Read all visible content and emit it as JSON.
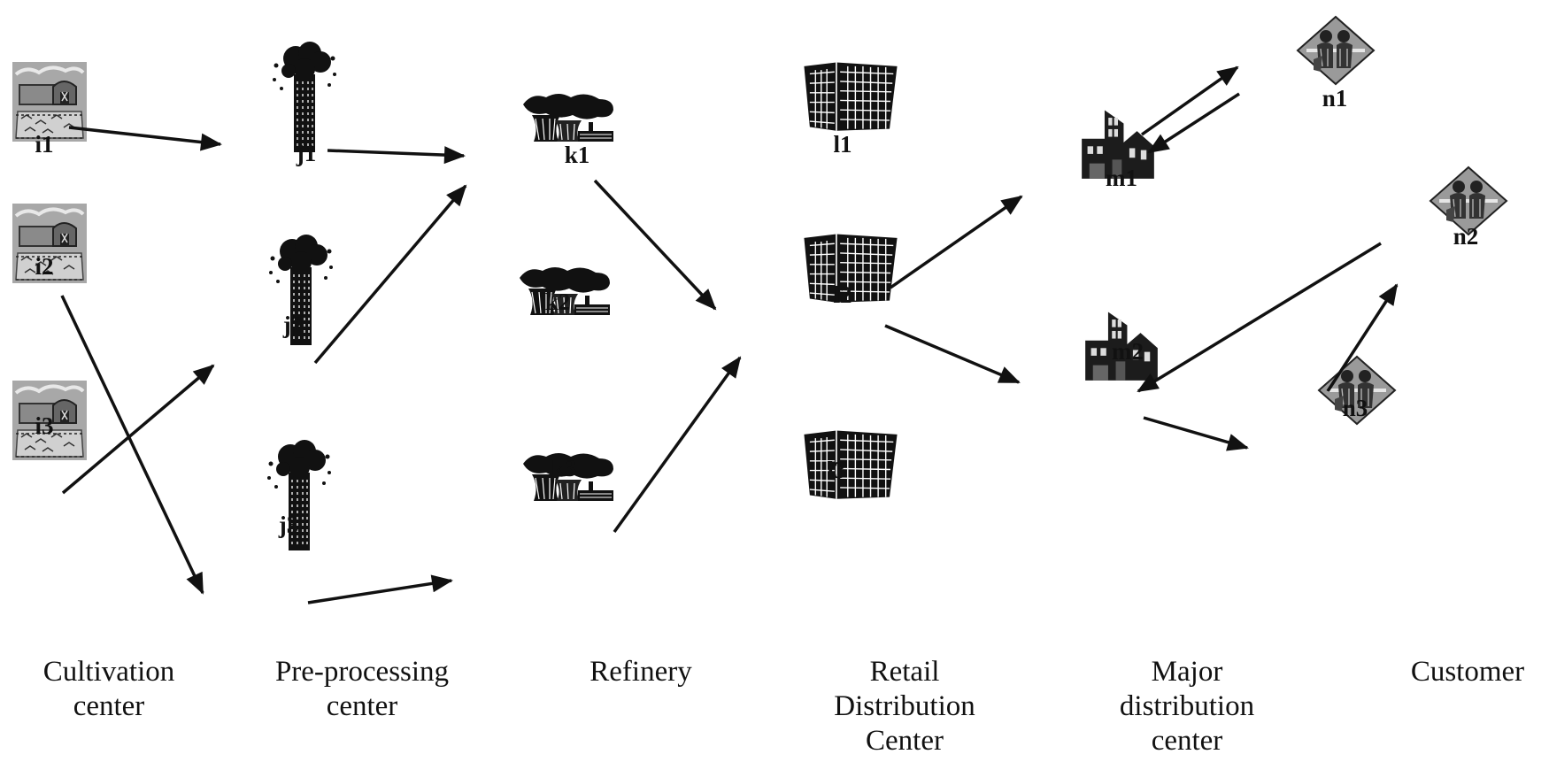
{
  "stages": [
    {
      "id": "cultivation",
      "line1": "Cultivation",
      "line2": "center",
      "line3": ""
    },
    {
      "id": "preprocessing",
      "line1": "Pre-processing",
      "line2": "center",
      "line3": ""
    },
    {
      "id": "refinery",
      "line1": "Refinery",
      "line2": "",
      "line3": ""
    },
    {
      "id": "retail",
      "line1": "Retail",
      "line2": "Distribution",
      "line3": "Center"
    },
    {
      "id": "major",
      "line1": "Major",
      "line2": "distribution",
      "line3": "center"
    },
    {
      "id": "customer",
      "line1": "Customer",
      "line2": "",
      "line3": ""
    }
  ],
  "nodes": [
    {
      "id": "i1",
      "label": "i1",
      "icon": "farm-icon"
    },
    {
      "id": "i2",
      "label": "i2",
      "icon": "farm-icon"
    },
    {
      "id": "i3",
      "label": "i3",
      "icon": "farm-icon"
    },
    {
      "id": "j1",
      "label": "j1",
      "icon": "smokestack-icon"
    },
    {
      "id": "j2",
      "label": "j2",
      "icon": "smokestack-icon"
    },
    {
      "id": "j3",
      "label": "j3",
      "icon": "smokestack-icon"
    },
    {
      "id": "k1",
      "label": "k1",
      "icon": "cooling-tower-icon"
    },
    {
      "id": "k2",
      "label": "k2",
      "icon": "cooling-tower-icon"
    },
    {
      "id": "k3",
      "label": "k3",
      "icon": "cooling-tower-icon"
    },
    {
      "id": "l1",
      "label": "l1",
      "icon": "office-building-icon"
    },
    {
      "id": "l2",
      "label": "l2",
      "icon": "office-building-icon"
    },
    {
      "id": "l3",
      "label": "l3",
      "icon": "office-building-icon"
    },
    {
      "id": "m1",
      "label": "m1",
      "icon": "warehouse-icon"
    },
    {
      "id": "m2",
      "label": "m2",
      "icon": "warehouse-icon"
    },
    {
      "id": "n1",
      "label": "n1",
      "icon": "customer-group-icon"
    },
    {
      "id": "n2",
      "label": "n2",
      "icon": "customer-group-icon"
    },
    {
      "id": "n3",
      "label": "n3",
      "icon": "customer-group-icon"
    }
  ],
  "edges": [
    {
      "from": "i1",
      "to": "j1"
    },
    {
      "from": "i2",
      "to": "j3"
    },
    {
      "from": "i3",
      "to": "j2"
    },
    {
      "from": "j1",
      "to": "k1"
    },
    {
      "from": "j2",
      "to": "k1"
    },
    {
      "from": "j3",
      "to": "k3"
    },
    {
      "from": "k1",
      "to": "l2"
    },
    {
      "from": "k3",
      "to": "l2"
    },
    {
      "from": "l2",
      "to": "m1"
    },
    {
      "from": "l2",
      "to": "m2"
    },
    {
      "from": "m1",
      "to": "n1"
    },
    {
      "from": "n1",
      "to": "m1"
    },
    {
      "from": "n2",
      "to": "m2"
    },
    {
      "from": "m2",
      "to": "n3"
    },
    {
      "from": "n3",
      "to": "n2"
    }
  ],
  "colors": {
    "ink": "#111111",
    "icon_gray": "#9a9a9a",
    "icon_dark": "#2a2a2a"
  }
}
